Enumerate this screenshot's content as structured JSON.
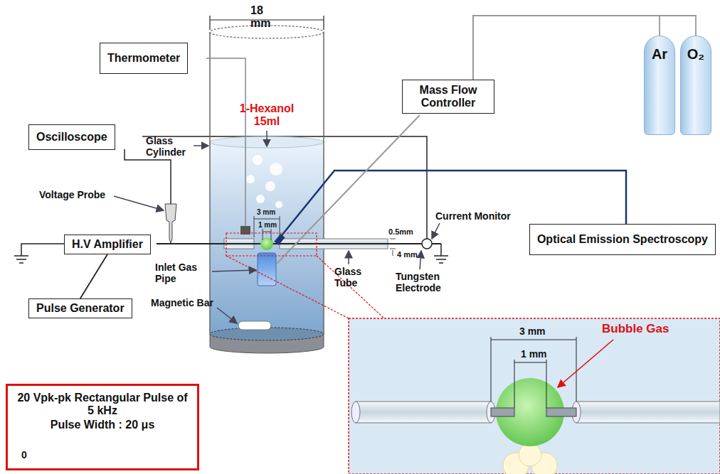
{
  "diagram": {
    "nodes": [
      {
        "text": [
          "Thermometer"
        ]
      },
      {
        "text": [
          "Mass Flow Controller"
        ]
      },
      {
        "text": [
          "Ar"
        ]
      },
      {
        "text": [
          "O₂"
        ]
      },
      {
        "text": [
          "Oscilloscope"
        ]
      },
      {
        "text": [
          "H.V Amplifier"
        ]
      },
      {
        "text": [
          "Optical Emission Spectroscopy"
        ]
      },
      {
        "text": [
          "Pulse Generator"
        ]
      },
      {
        "text": [
          "20 Vpk-pk Rectangular Pulse of 5 kHz",
          "Pulse Width : 20 μs"
        ]
      }
    ],
    "edges": [
      {
        "from": 7,
        "to": 5,
        "arrow": "none"
      },
      {
        "from": 1,
        "to": 2,
        "arrow": "none"
      },
      {
        "from": 1,
        "to": 3,
        "arrow": "none"
      }
    ],
    "labels": [
      "18 mm",
      "Glass Cylinder",
      "1-Hexanol 15ml",
      "Voltage Probe",
      "3 mm",
      "1 mm",
      "Current Monitor",
      "0.5mm",
      "4 mm",
      "Inlet Gas Pipe",
      "Glass Tube",
      "Tungsten Electrode",
      "Magnetic Bar",
      "3 mm",
      "1 mm",
      "Bubble Gas",
      "0"
    ]
  }
}
